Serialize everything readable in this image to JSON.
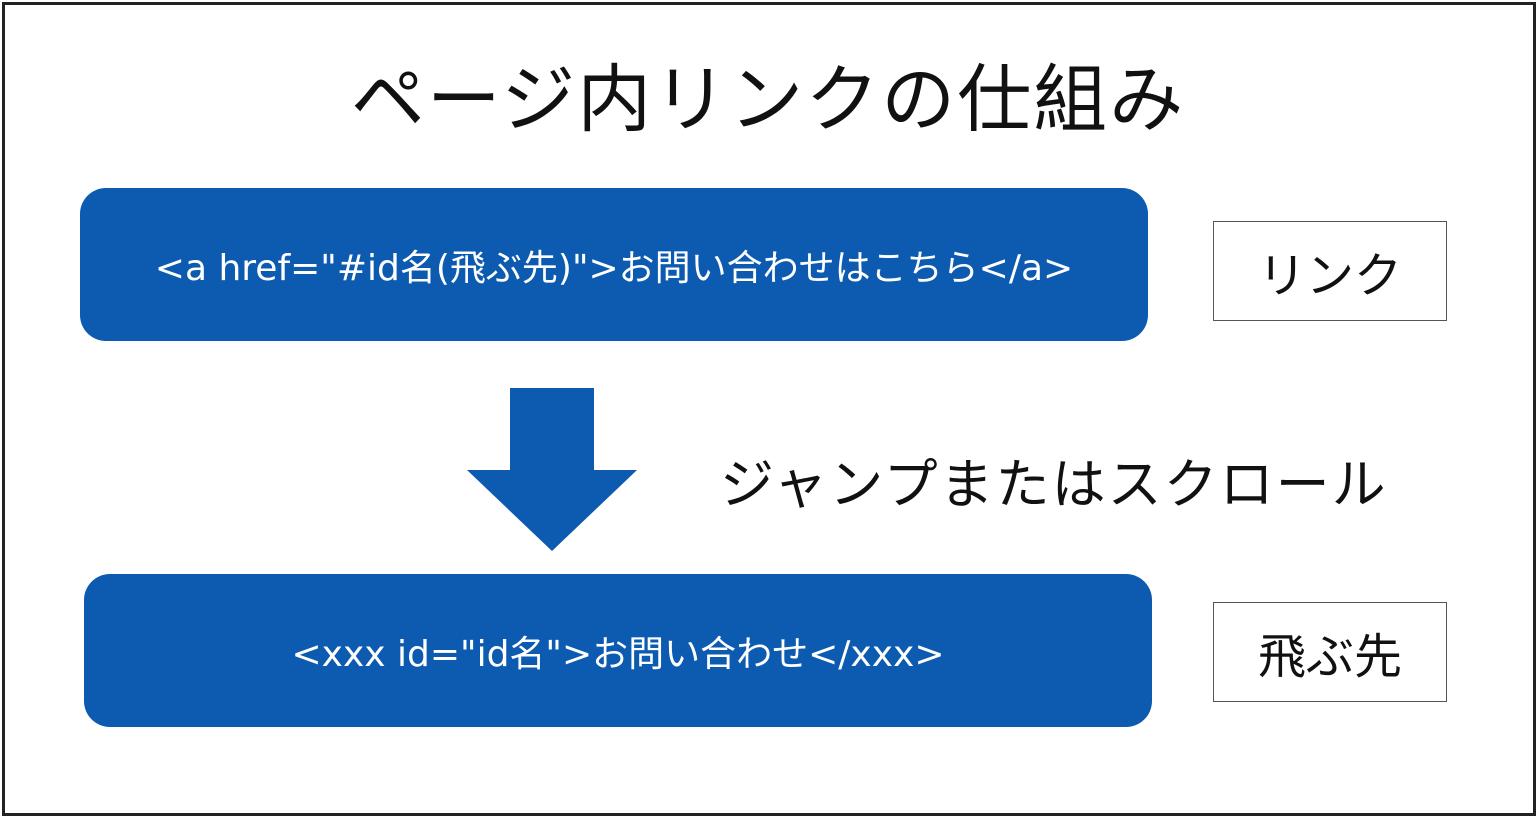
{
  "title": "ページ内リンクの仕組み",
  "link_code": "<a href=\"#id名(飛ぶ先)\">お問い合わせはこちら</a>",
  "link_label": "リンク",
  "jump_text": "ジャンプまたはスクロール",
  "target_code": "<xxx id=\"id名\">お問い合わせ</xxx>",
  "target_label": "飛ぶ先",
  "colors": {
    "box": "#0c5bb0",
    "border": "#222222"
  }
}
